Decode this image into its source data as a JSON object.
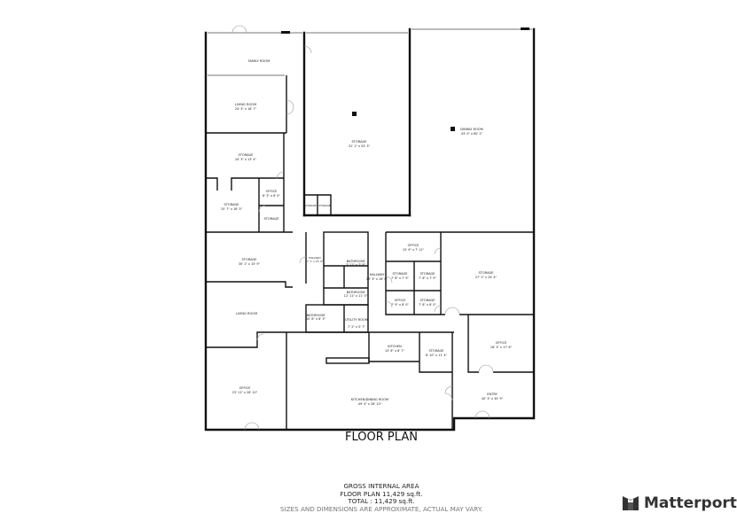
{
  "title": "FLOOR PLAN",
  "area": {
    "heading": "GROSS INTERNAL AREA",
    "floor_plan": "FLOOR PLAN 11,429 sq.ft.",
    "total": "TOTAL :  11,429 sq.ft.",
    "note": "SIZES AND DIMENSIONS ARE APPROXIMATE, ACTUAL MAY VARY."
  },
  "brand": {
    "name": "Matterport",
    "icon": "matterport-logo-icon"
  },
  "rooms": [
    {
      "name": "FAMILY ROOM",
      "dims": ""
    },
    {
      "name": "LIVING ROOM",
      "dims": "24' 3\" x 16' 7\""
    },
    {
      "name": "STORAGE",
      "dims": "24' 3\" x 13' 4\""
    },
    {
      "name": "OFFICE",
      "dims": "8' 3\" x 8' 0\""
    },
    {
      "name": "STORAGE",
      "dims": "15' 7\" x 16' 3\""
    },
    {
      "name": "STORAGE",
      "dims": ""
    },
    {
      "name": "STORAGE",
      "dims": "31' 1\" x 53' 3\""
    },
    {
      "name": "DINING ROOM",
      "dims": "43' 0\" x 60' 2\""
    },
    {
      "name": "STORAGE",
      "dims": ""
    },
    {
      "name": "STORAGE",
      "dims": ""
    },
    {
      "name": "STORAGE",
      "dims": "30' 1\" x 15' 9\""
    },
    {
      "name": "HALLWAY",
      "dims": "7' 1\" x 15' 9\""
    },
    {
      "name": "BATHROOM",
      "dims": "7' 11\" x 7' 8\""
    },
    {
      "name": "BATHROOM",
      "dims": "12' 11\" x 11' 5\""
    },
    {
      "name": "HALLWAY",
      "dims": "29' 3\" x 16' 6\""
    },
    {
      "name": "OFFICE",
      "dims": "15' 9\" x 7' 11\""
    },
    {
      "name": "STORAGE",
      "dims": "7' 8\" x 7' 9\""
    },
    {
      "name": "STORAGE",
      "dims": "7' 8\" x 7' 9\""
    },
    {
      "name": "OFFICE",
      "dims": "7' 9\" x 8' 0\""
    },
    {
      "name": "STORAGE",
      "dims": "7' 8\" x 8' 0\""
    },
    {
      "name": "STORAGE",
      "dims": "27' 2\" x 24' 4\""
    },
    {
      "name": "LIVING ROOM",
      "dims": ""
    },
    {
      "name": "BATHROOM",
      "dims": "10' 8\" x 8' 3\""
    },
    {
      "name": "UTILITY ROOM",
      "dims": "7' 2\" x 5' 7\""
    },
    {
      "name": "KITCHEN",
      "dims": "15' 6\" x 8' 7\""
    },
    {
      "name": "STORAGE",
      "dims": "8' 10\" x 11' 4\""
    },
    {
      "name": "OFFICE",
      "dims": "18' 3\" x 17' 6\""
    },
    {
      "name": "OFFICE",
      "dims": "23' 11\" x 28' 10\""
    },
    {
      "name": "KITCHEN/DINING ROOM",
      "dims": "49' 4\" x 28' 10\""
    },
    {
      "name": "ENTRY",
      "dims": "40' 3\" x 30' 9\""
    }
  ]
}
